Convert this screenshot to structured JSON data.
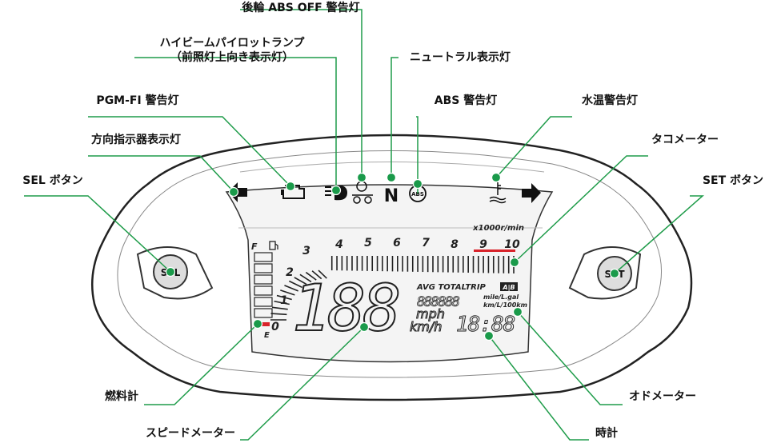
{
  "labels": {
    "rear_abs_off": "後輪 ABS OFF 警告灯",
    "high_beam_line1": "ハイビームパイロットランプ",
    "high_beam_line2": "（前照灯上向き表示灯）",
    "neutral": "ニュートラル表示灯",
    "pgm_fi": "PGM-FI 警告灯",
    "abs": "ABS 警告灯",
    "water_temp": "水温警告灯",
    "turn_signal": "方向指示器表示灯",
    "tachometer": "タコメーター",
    "sel_button": "SEL ボタン",
    "set_button": "SET ボタン",
    "fuel_gauge": "燃料計",
    "odometer": "オドメーター",
    "speedometer": "スピードメーター",
    "clock": "時計"
  },
  "dash": {
    "sel": "SEL",
    "set": "SET",
    "neutral_glyph": "N",
    "abs_glyph": "ABS",
    "tach_unit": "x1000r/min",
    "tach_ticks": [
      "0",
      "1",
      "2",
      "3",
      "4",
      "5",
      "6",
      "7",
      "8",
      "9",
      "10"
    ],
    "fuel_f": "F",
    "fuel_e": "E",
    "speed_digits": "188",
    "speed_unit_mph": "mph",
    "speed_unit_kmh": "km/h",
    "info_header": "AVG TOTALTRIP",
    "info_ab": "A|B",
    "odo_digits": "888888",
    "unit_mile": "mile/L.gal",
    "unit_km": "km/L/100km",
    "clock_digits": "18:88"
  },
  "colors": {
    "leader": "#1f9c4a",
    "dot": "#1a9a4a",
    "red_zone": "#d8232a"
  }
}
